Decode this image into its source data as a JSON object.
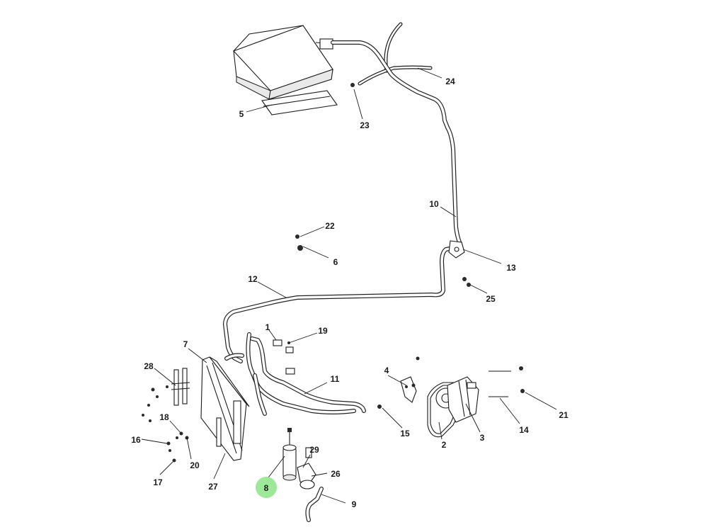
{
  "highlight_color": "#9ee89a",
  "selected_part": "8",
  "callouts": {
    "c1": "1",
    "c2": "2",
    "c3": "3",
    "c4": "4",
    "c5": "5",
    "c6": "6",
    "c7": "7",
    "c8": "8",
    "c9": "9",
    "c10": "10",
    "c11": "11",
    "c12": "12",
    "c13": "13",
    "c14": "14",
    "c15": "15",
    "c16": "16",
    "c17": "17",
    "c18": "18",
    "c19": "19",
    "c20": "20",
    "c21": "21",
    "c22": "22",
    "c23": "23",
    "c24": "24",
    "c25": "25",
    "c26": "26",
    "c27": "27",
    "c28": "28",
    "c29": "29"
  }
}
